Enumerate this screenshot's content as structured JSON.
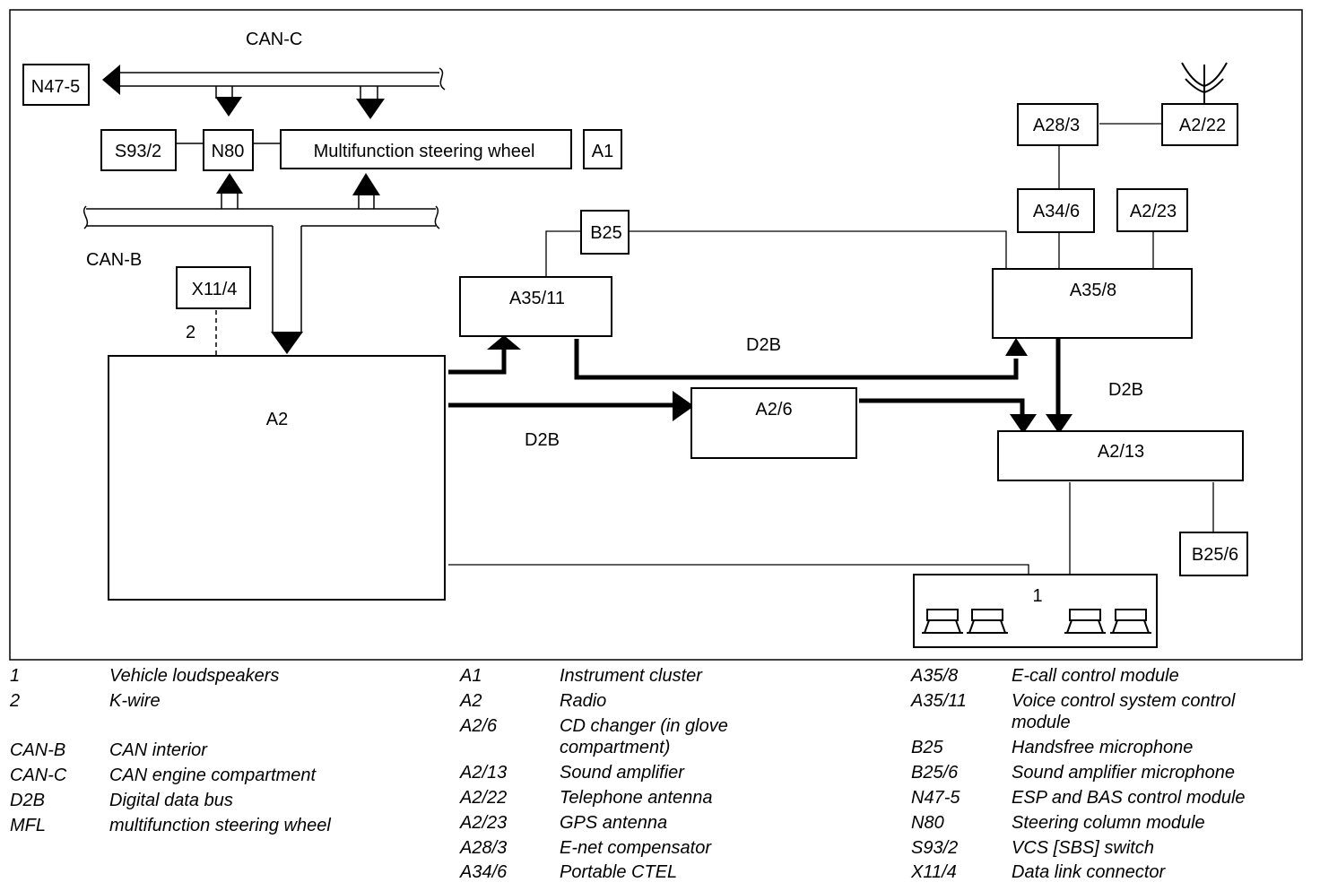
{
  "diagram": {
    "bus_labels": {
      "can_c": "CAN-C",
      "can_b": "CAN-B",
      "d2b_top": "D2B",
      "d2b_mid": "D2B",
      "d2b_right": "D2B"
    },
    "components": {
      "n47_5": "N47-5",
      "s93_2": "S93/2",
      "n80": "N80",
      "mfl": "Multifunction steering wheel",
      "a1": "A1",
      "x11_4": "X11/4",
      "a2": "A2",
      "b25": "B25",
      "a35_11": "A35/11",
      "a2_6": "A2/6",
      "a28_3": "A28/3",
      "a2_22": "A2/22",
      "a34_6": "A34/6",
      "a2_23": "A2/23",
      "a35_8": "A35/8",
      "a2_13": "A2/13",
      "b25_6": "B25/6",
      "speakers": "1"
    },
    "wire_labels": {
      "k_wire": "2"
    }
  },
  "legend": {
    "col1": [
      {
        "code": "1",
        "desc": "Vehicle loudspeakers"
      },
      {
        "code": "2",
        "desc": "K-wire"
      },
      {
        "code": "CAN-B",
        "desc": "CAN interior"
      },
      {
        "code": "CAN-C",
        "desc": "CAN engine compartment"
      },
      {
        "code": "D2B",
        "desc": "Digital data bus"
      },
      {
        "code": "MFL",
        "desc": "multifunction steering wheel"
      }
    ],
    "col2": [
      {
        "code": "A1",
        "desc": "Instrument cluster"
      },
      {
        "code": "A2",
        "desc": "Radio"
      },
      {
        "code": "A2/6",
        "desc": "CD changer (in glove",
        "desc2": "compartment)"
      },
      {
        "code": "A2/13",
        "desc": "Sound amplifier"
      },
      {
        "code": "A2/22",
        "desc": "Telephone antenna"
      },
      {
        "code": "A2/23",
        "desc": "GPS antenna"
      },
      {
        "code": "A28/3",
        "desc": "E-net compensator"
      },
      {
        "code": "A34/6",
        "desc": "Portable CTEL"
      }
    ],
    "col3": [
      {
        "code": "A35/8",
        "desc": "E-call control module"
      },
      {
        "code": "A35/11",
        "desc": "Voice control system control",
        "desc2": "module"
      },
      {
        "code": "B25",
        "desc": "Handsfree microphone"
      },
      {
        "code": "B25/6",
        "desc": "Sound amplifier microphone"
      },
      {
        "code": "N47-5",
        "desc": "ESP and BAS control module"
      },
      {
        "code": "N80",
        "desc": "Steering column module"
      },
      {
        "code": "S93/2",
        "desc": "VCS [SBS] switch"
      },
      {
        "code": "X11/4",
        "desc": "Data link connector"
      }
    ]
  }
}
